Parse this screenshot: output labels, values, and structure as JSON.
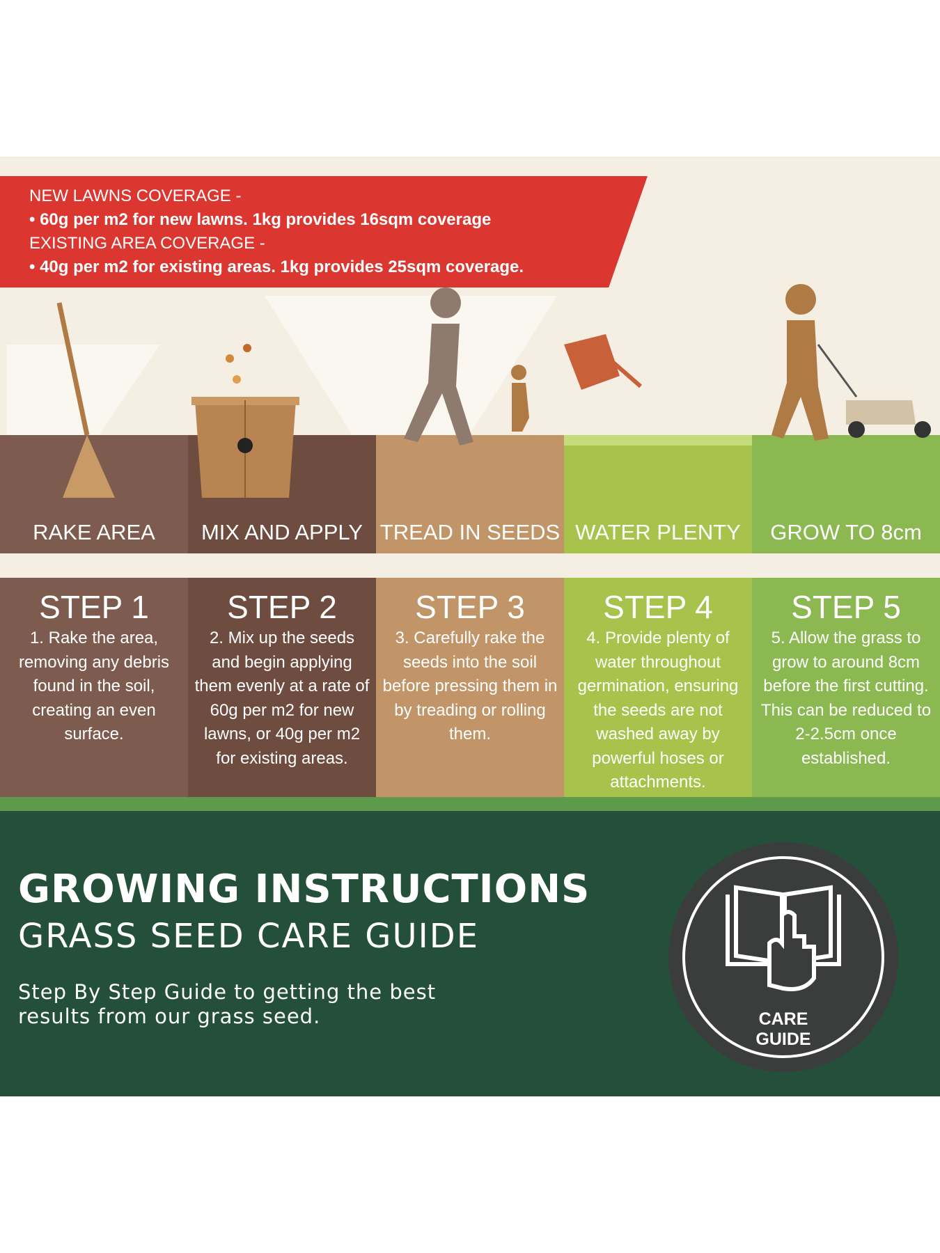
{
  "banner": {
    "new_title": "NEW LAWNS COVERAGE -",
    "new_line": "• 60g per m2 for new lawns. 1kg provides 16sqm coverage",
    "existing_title": "EXISTING AREA COVERAGE -",
    "existing_line": "• 40g per m2 for existing areas. 1kg provides 25sqm coverage."
  },
  "stages": [
    {
      "label": "RAKE AREA",
      "color": "#7d5c4f"
    },
    {
      "label": "MIX AND APPLY",
      "color": "#6f4c40"
    },
    {
      "label": "TREAD IN SEEDS",
      "color": "#c19568"
    },
    {
      "label": "WATER PLENTY",
      "color": "#a8c34b"
    },
    {
      "label": "GROW TO 8cm",
      "color": "#8cb851"
    }
  ],
  "steps": [
    {
      "title": "STEP 1",
      "text": "1. Rake the area, removing any debris found in the soil, creating an even surface."
    },
    {
      "title": "STEP 2",
      "text": "2. Mix up the seeds and begin applying them evenly at a rate of 60g per m2 for new lawns, or 40g per m2 for existing areas."
    },
    {
      "title": "STEP 3",
      "text": "3. Carefully rake the seeds into the soil before pressing them in by treading or rolling them."
    },
    {
      "title": "STEP 4",
      "text": "4. Provide plenty of water throughout germination, ensuring the seeds are not washed away by powerful hoses or attachments."
    },
    {
      "title": "STEP 5",
      "text": "5.   Allow the grass to grow to around 8cm before the first cutting. This can be reduced to 2-2.5cm once established."
    }
  ],
  "footer": {
    "title": "GROWING INSTRUCTIONS",
    "subtitle": "GRASS SEED CARE GUIDE",
    "description": "Step By Step Guide to getting the best results from our grass seed.",
    "badge_line1": "CARE",
    "badge_line2": "GUIDE"
  }
}
